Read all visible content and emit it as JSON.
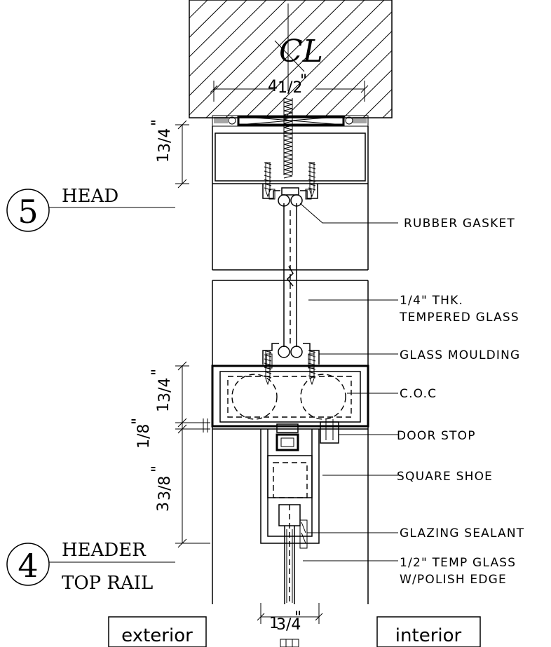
{
  "centerline": "CL",
  "dims": {
    "head_width_whole": "4",
    "head_width_frac": "1/2",
    "head_width_unit": "\"",
    "head_depth_whole": "1",
    "head_depth_frac": "3/4",
    "head_depth_unit": "\"",
    "rail_depth_whole": "1",
    "rail_depth_frac": "3/4",
    "rail_depth_unit": "\"",
    "gap_frac": "1/8",
    "gap_unit": "\"",
    "shoe_depth_whole": "3",
    "shoe_depth_frac": "3/8",
    "shoe_depth_unit": "\"",
    "bottom_width_whole": "1",
    "bottom_width_frac": "3/4",
    "bottom_width_unit": "\""
  },
  "sections": {
    "head": {
      "number": "5",
      "label": "HEAD"
    },
    "header": {
      "number": "4",
      "label_1": "HEADER",
      "label_2": "TOP RAIL"
    }
  },
  "callouts": {
    "rubber_gasket": "RUBBER GASKET",
    "glass_1": "1/4\" THK.",
    "glass_2": "TEMPERED GLASS",
    "glass_moulding": "GLASS MOULDING",
    "coc": "C.O.C",
    "door_stop": "DOOR STOP",
    "square_shoe": "SQUARE SHOE",
    "glazing_sealant": "GLAZING SEALANT",
    "temp_glass_1": "1/2\" TEMP GLASS",
    "temp_glass_2": "W/POLISH EDGE"
  },
  "sides": {
    "exterior": "exterior",
    "interior": "interior"
  }
}
